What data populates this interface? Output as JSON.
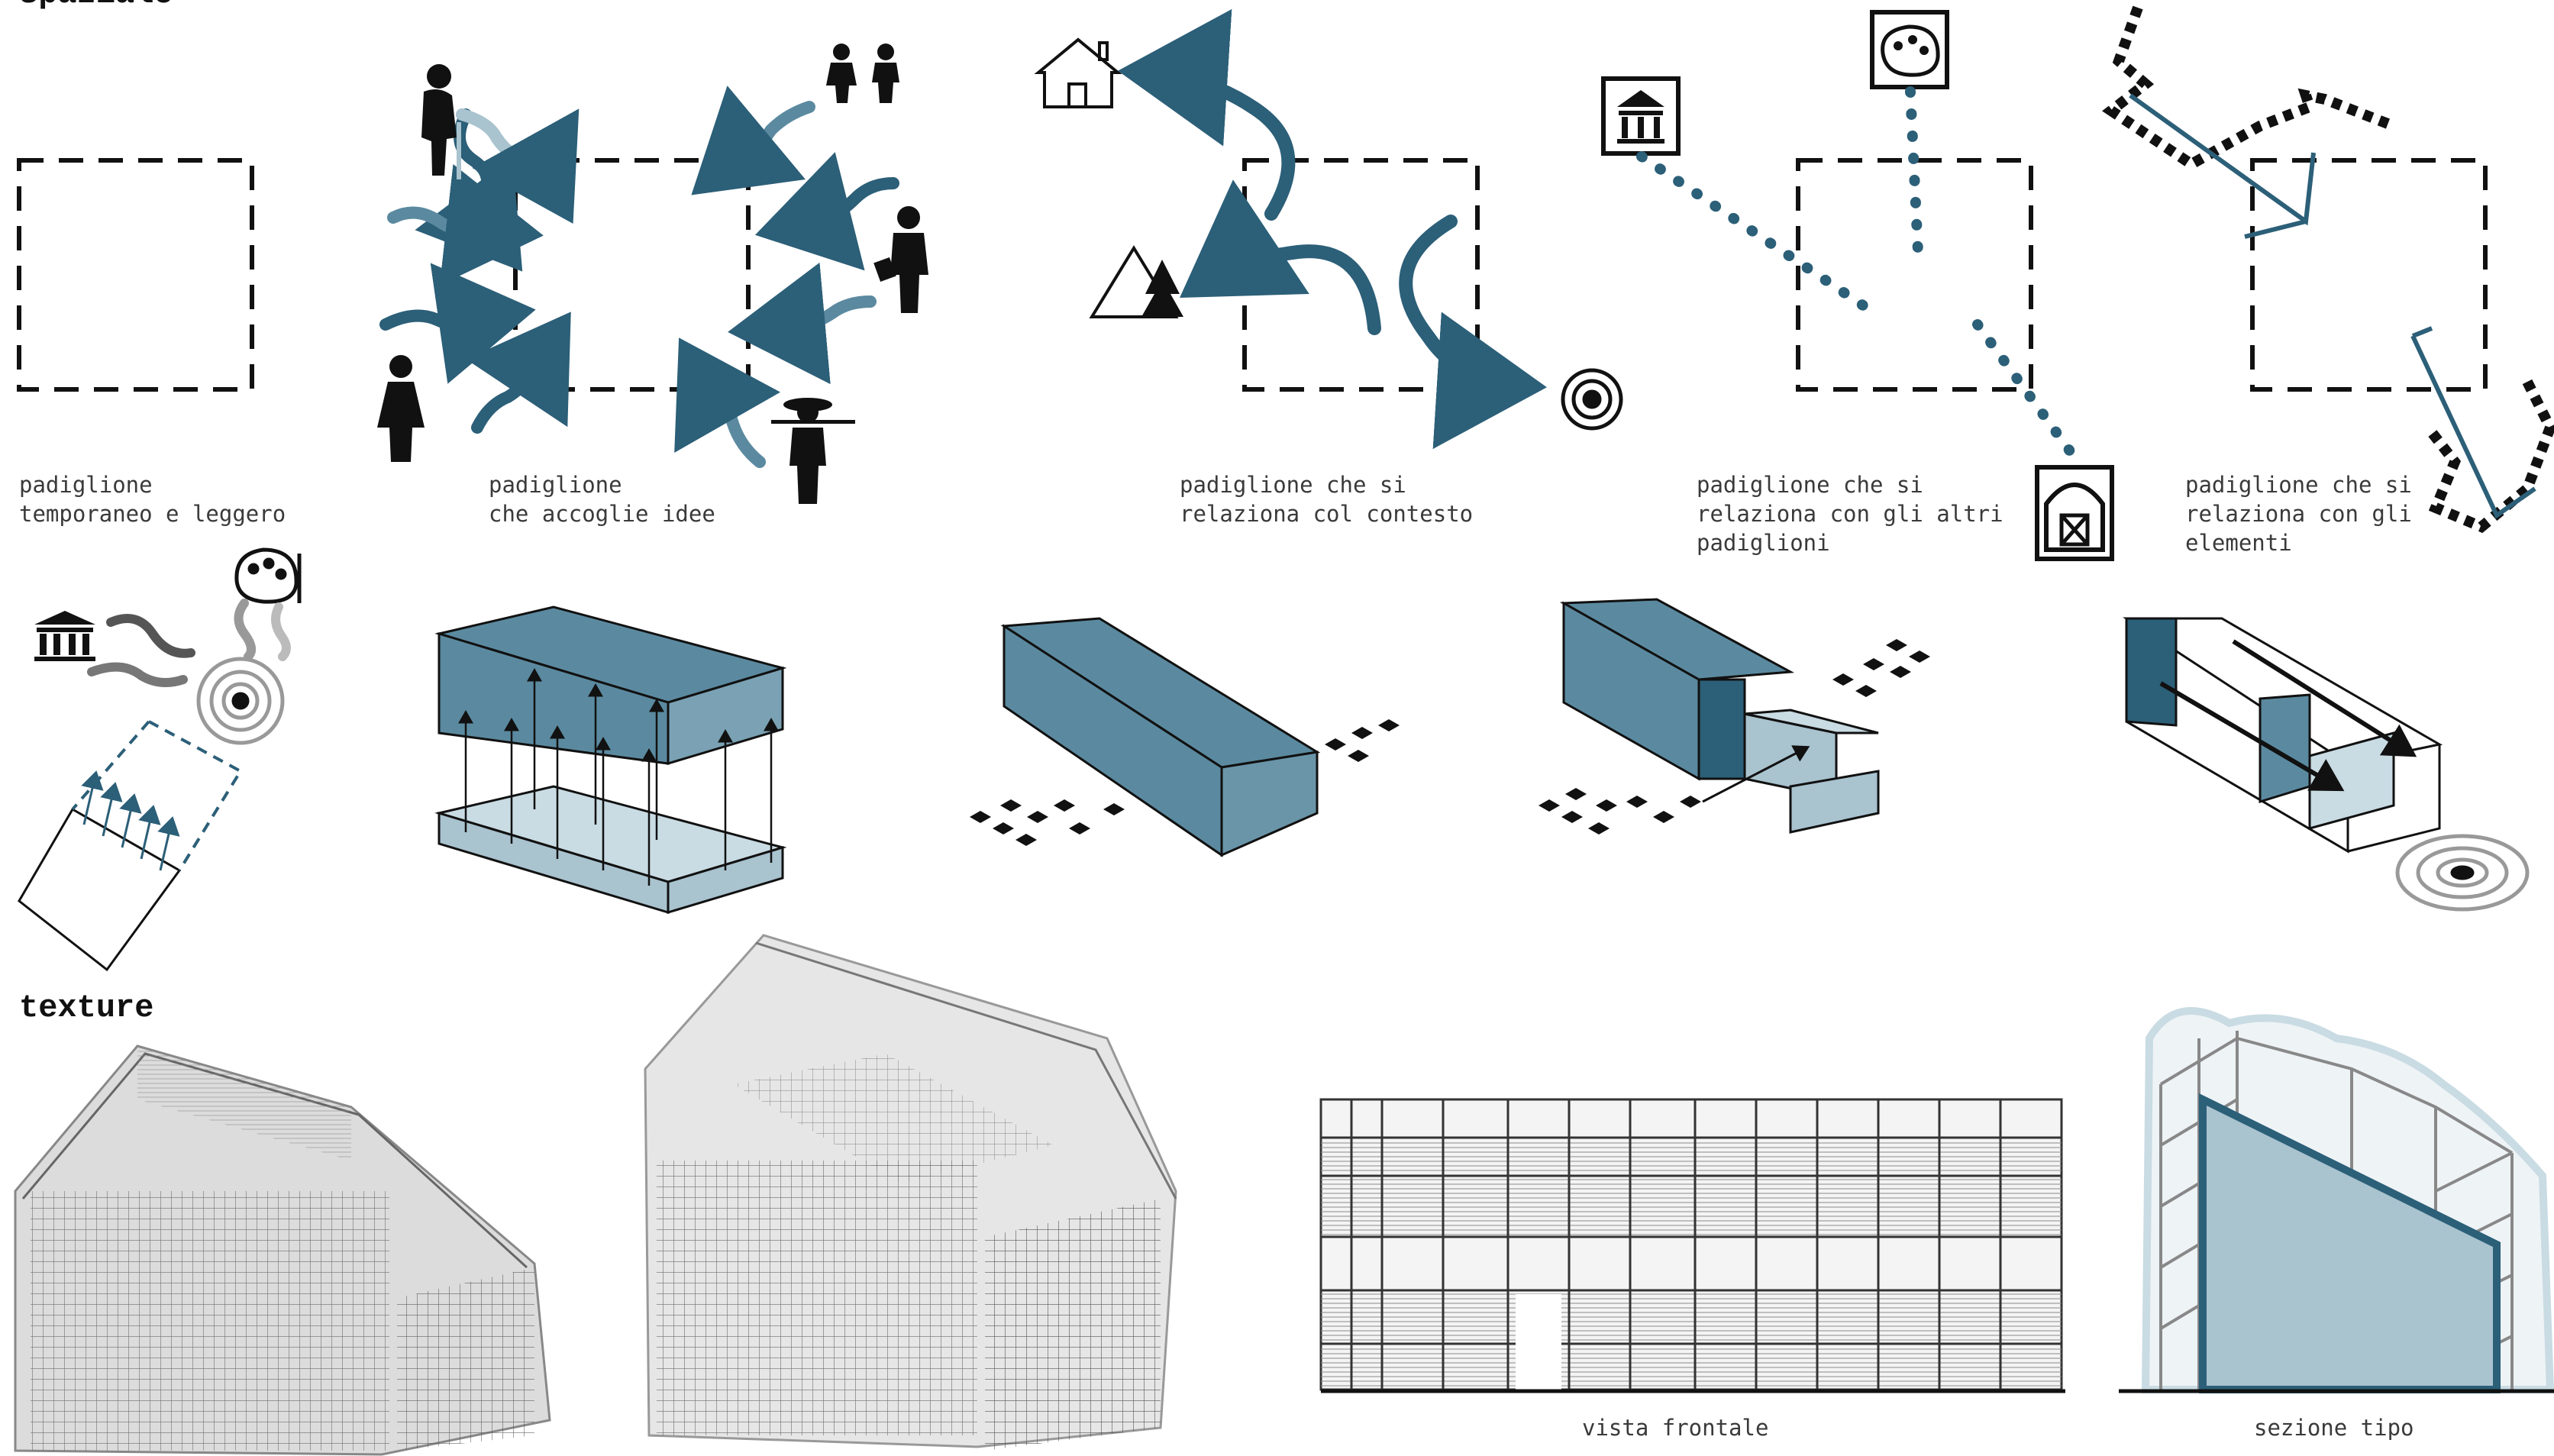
{
  "colors": {
    "teal": "#2c5f78",
    "teal_mid": "#5b8aa0",
    "teal_light": "#a9c3cf",
    "teal_pale": "#c9dbe3",
    "black": "#111111",
    "grey": "#9a9a9a"
  },
  "top_heading_partial": "spaziale",
  "concepts": [
    {
      "line1": "padiglione",
      "line2": "temporaneo e leggero",
      "line3": ""
    },
    {
      "line1": "padiglione",
      "line2": "che accoglie idee",
      "line3": ""
    },
    {
      "line1": "padiglione che si",
      "line2": "relaziona col contesto",
      "line3": ""
    },
    {
      "line1": "padiglione che si",
      "line2": "relaziona con gli altri",
      "line3": "padiglioni"
    },
    {
      "line1": "padiglione che si",
      "line2": "relaziona con gli",
      "line3": "elementi"
    }
  ],
  "icons": [
    "elderly-person-icon",
    "children-icon",
    "businessman-icon",
    "woman-icon",
    "farmer-icon",
    "house-icon",
    "mountain-tree-icon",
    "target-icon",
    "museum-icon",
    "palette-icon",
    "barn-icon"
  ],
  "section_texture": "texture",
  "views": {
    "front": "vista frontale",
    "section": "sezione tipo"
  }
}
